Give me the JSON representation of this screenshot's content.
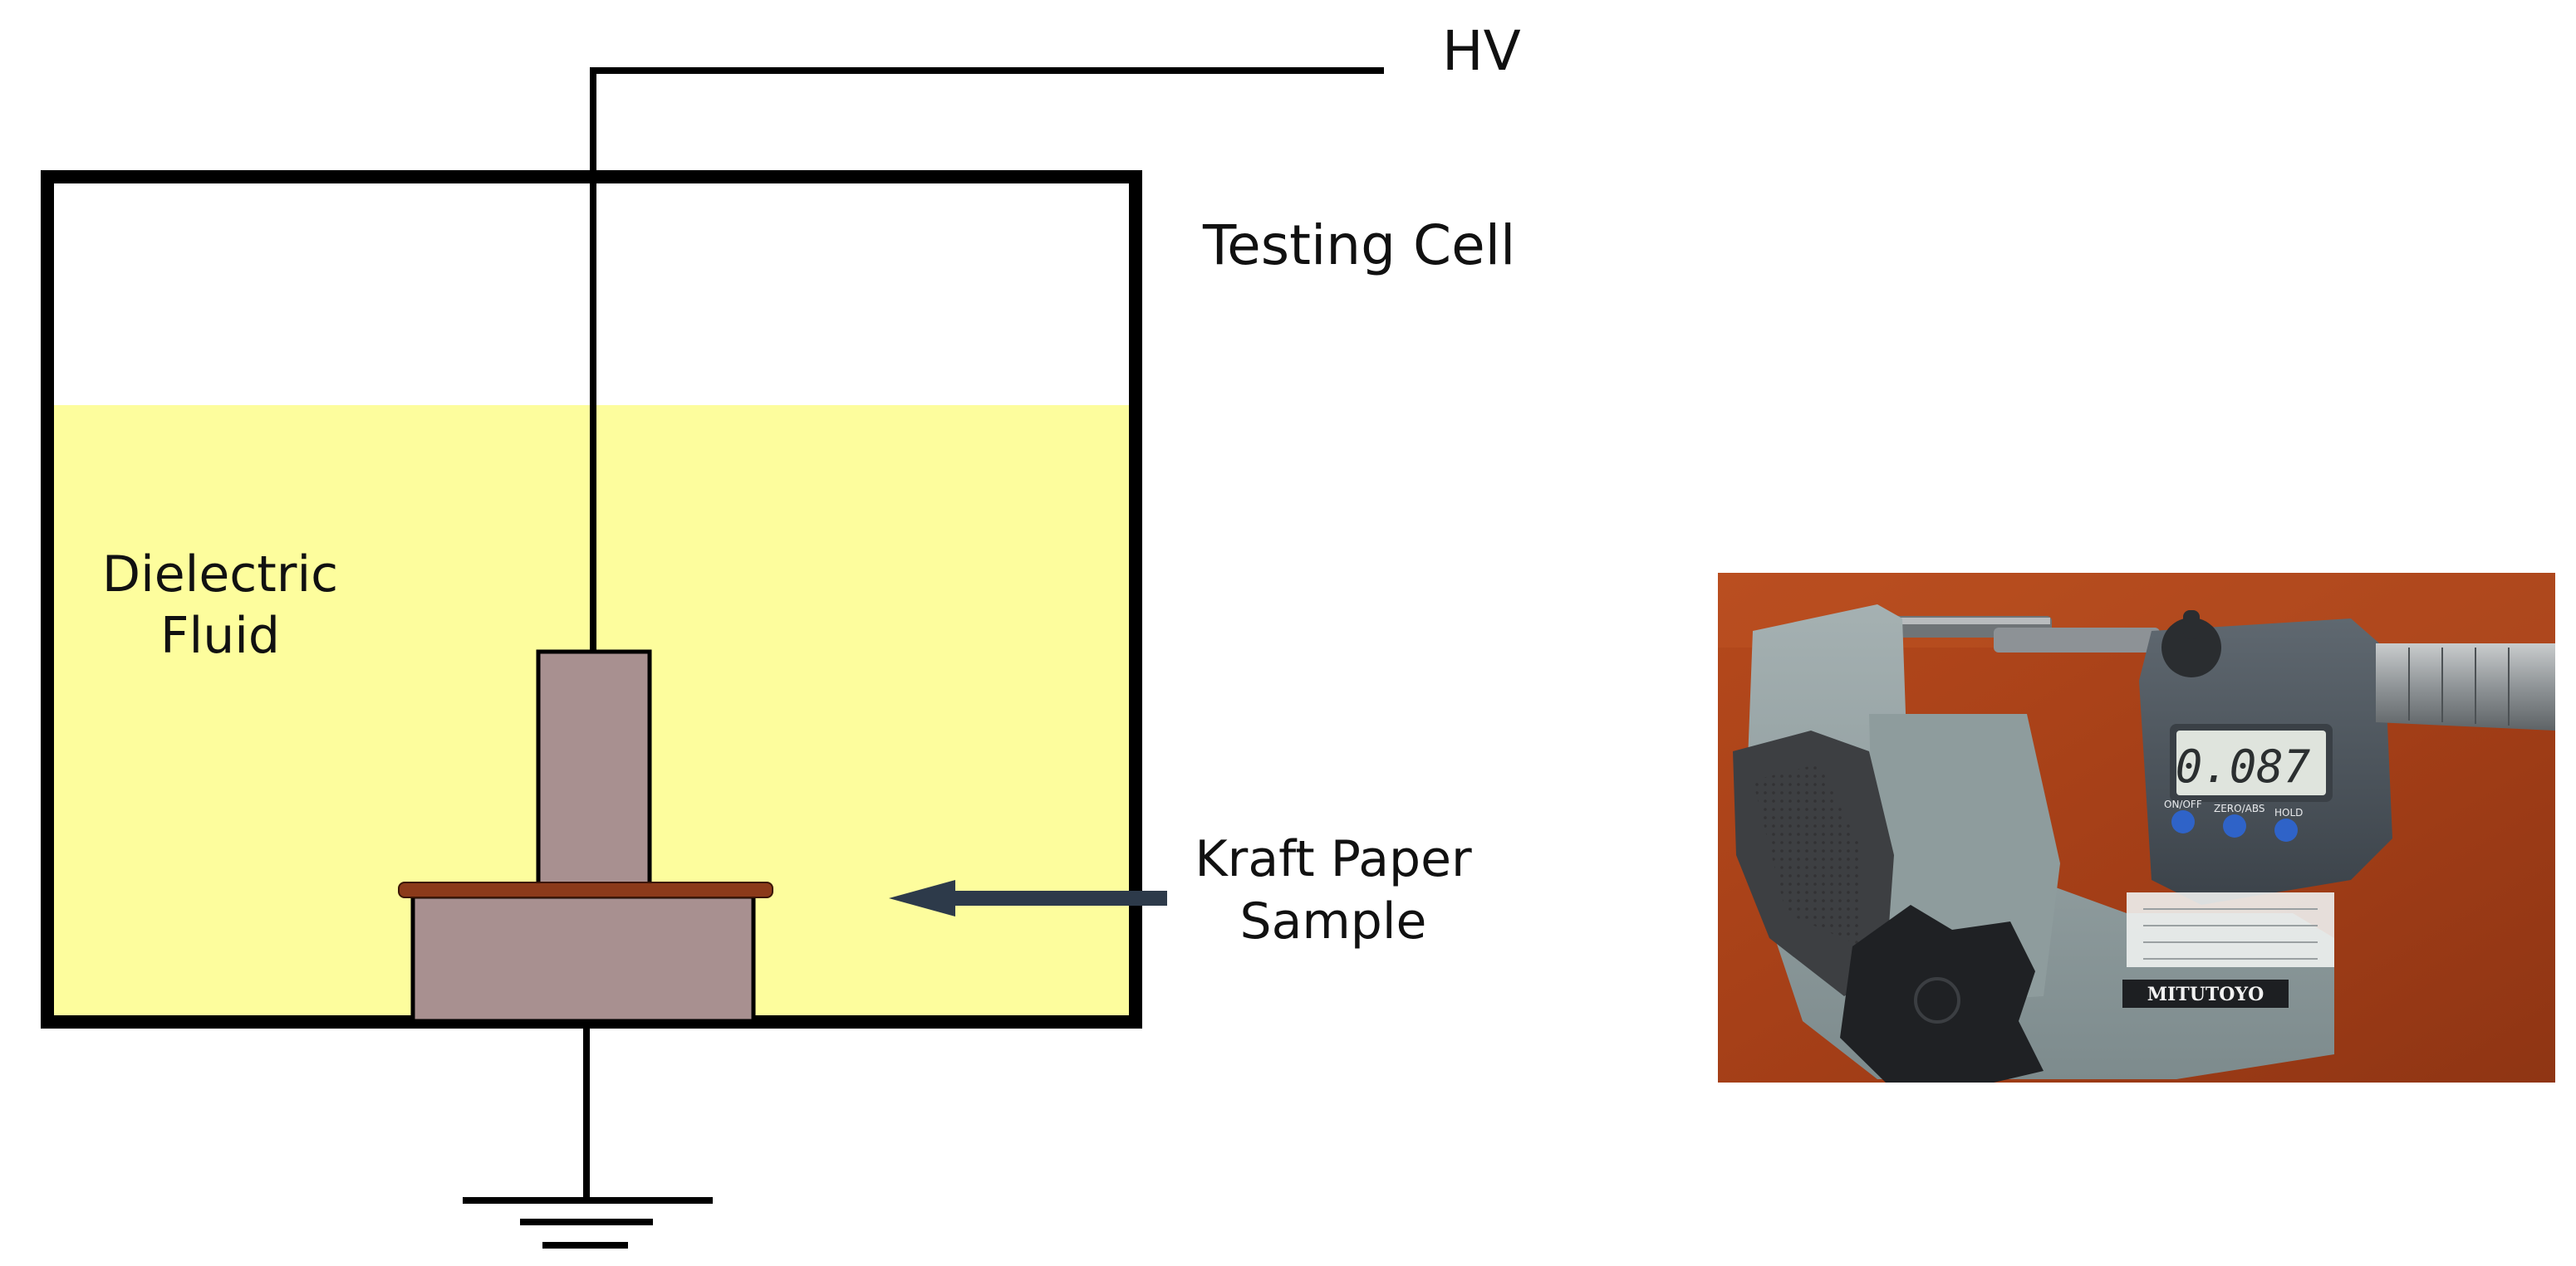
{
  "diagram": {
    "labels": {
      "hv": "HV",
      "testing_cell": "Testing Cell",
      "dielectric_fluid": [
        "Dielectric",
        "Fluid"
      ],
      "kraft_paper_sample": [
        "Kraft Paper",
        "Sample"
      ]
    },
    "colors": {
      "fluid": "#fdfd9d",
      "electrode": "#a89090",
      "paper_sample": "#8b3a1a",
      "arrow": "#2d3a4a",
      "frame": "#000000"
    }
  },
  "photo": {
    "subject": "digital micrometer measuring paper thickness",
    "display_reading": "0.087",
    "button_labels": [
      "ON/OFF",
      "ZERO/ABS",
      "HOLD"
    ],
    "brand": "MITUTOYO"
  }
}
